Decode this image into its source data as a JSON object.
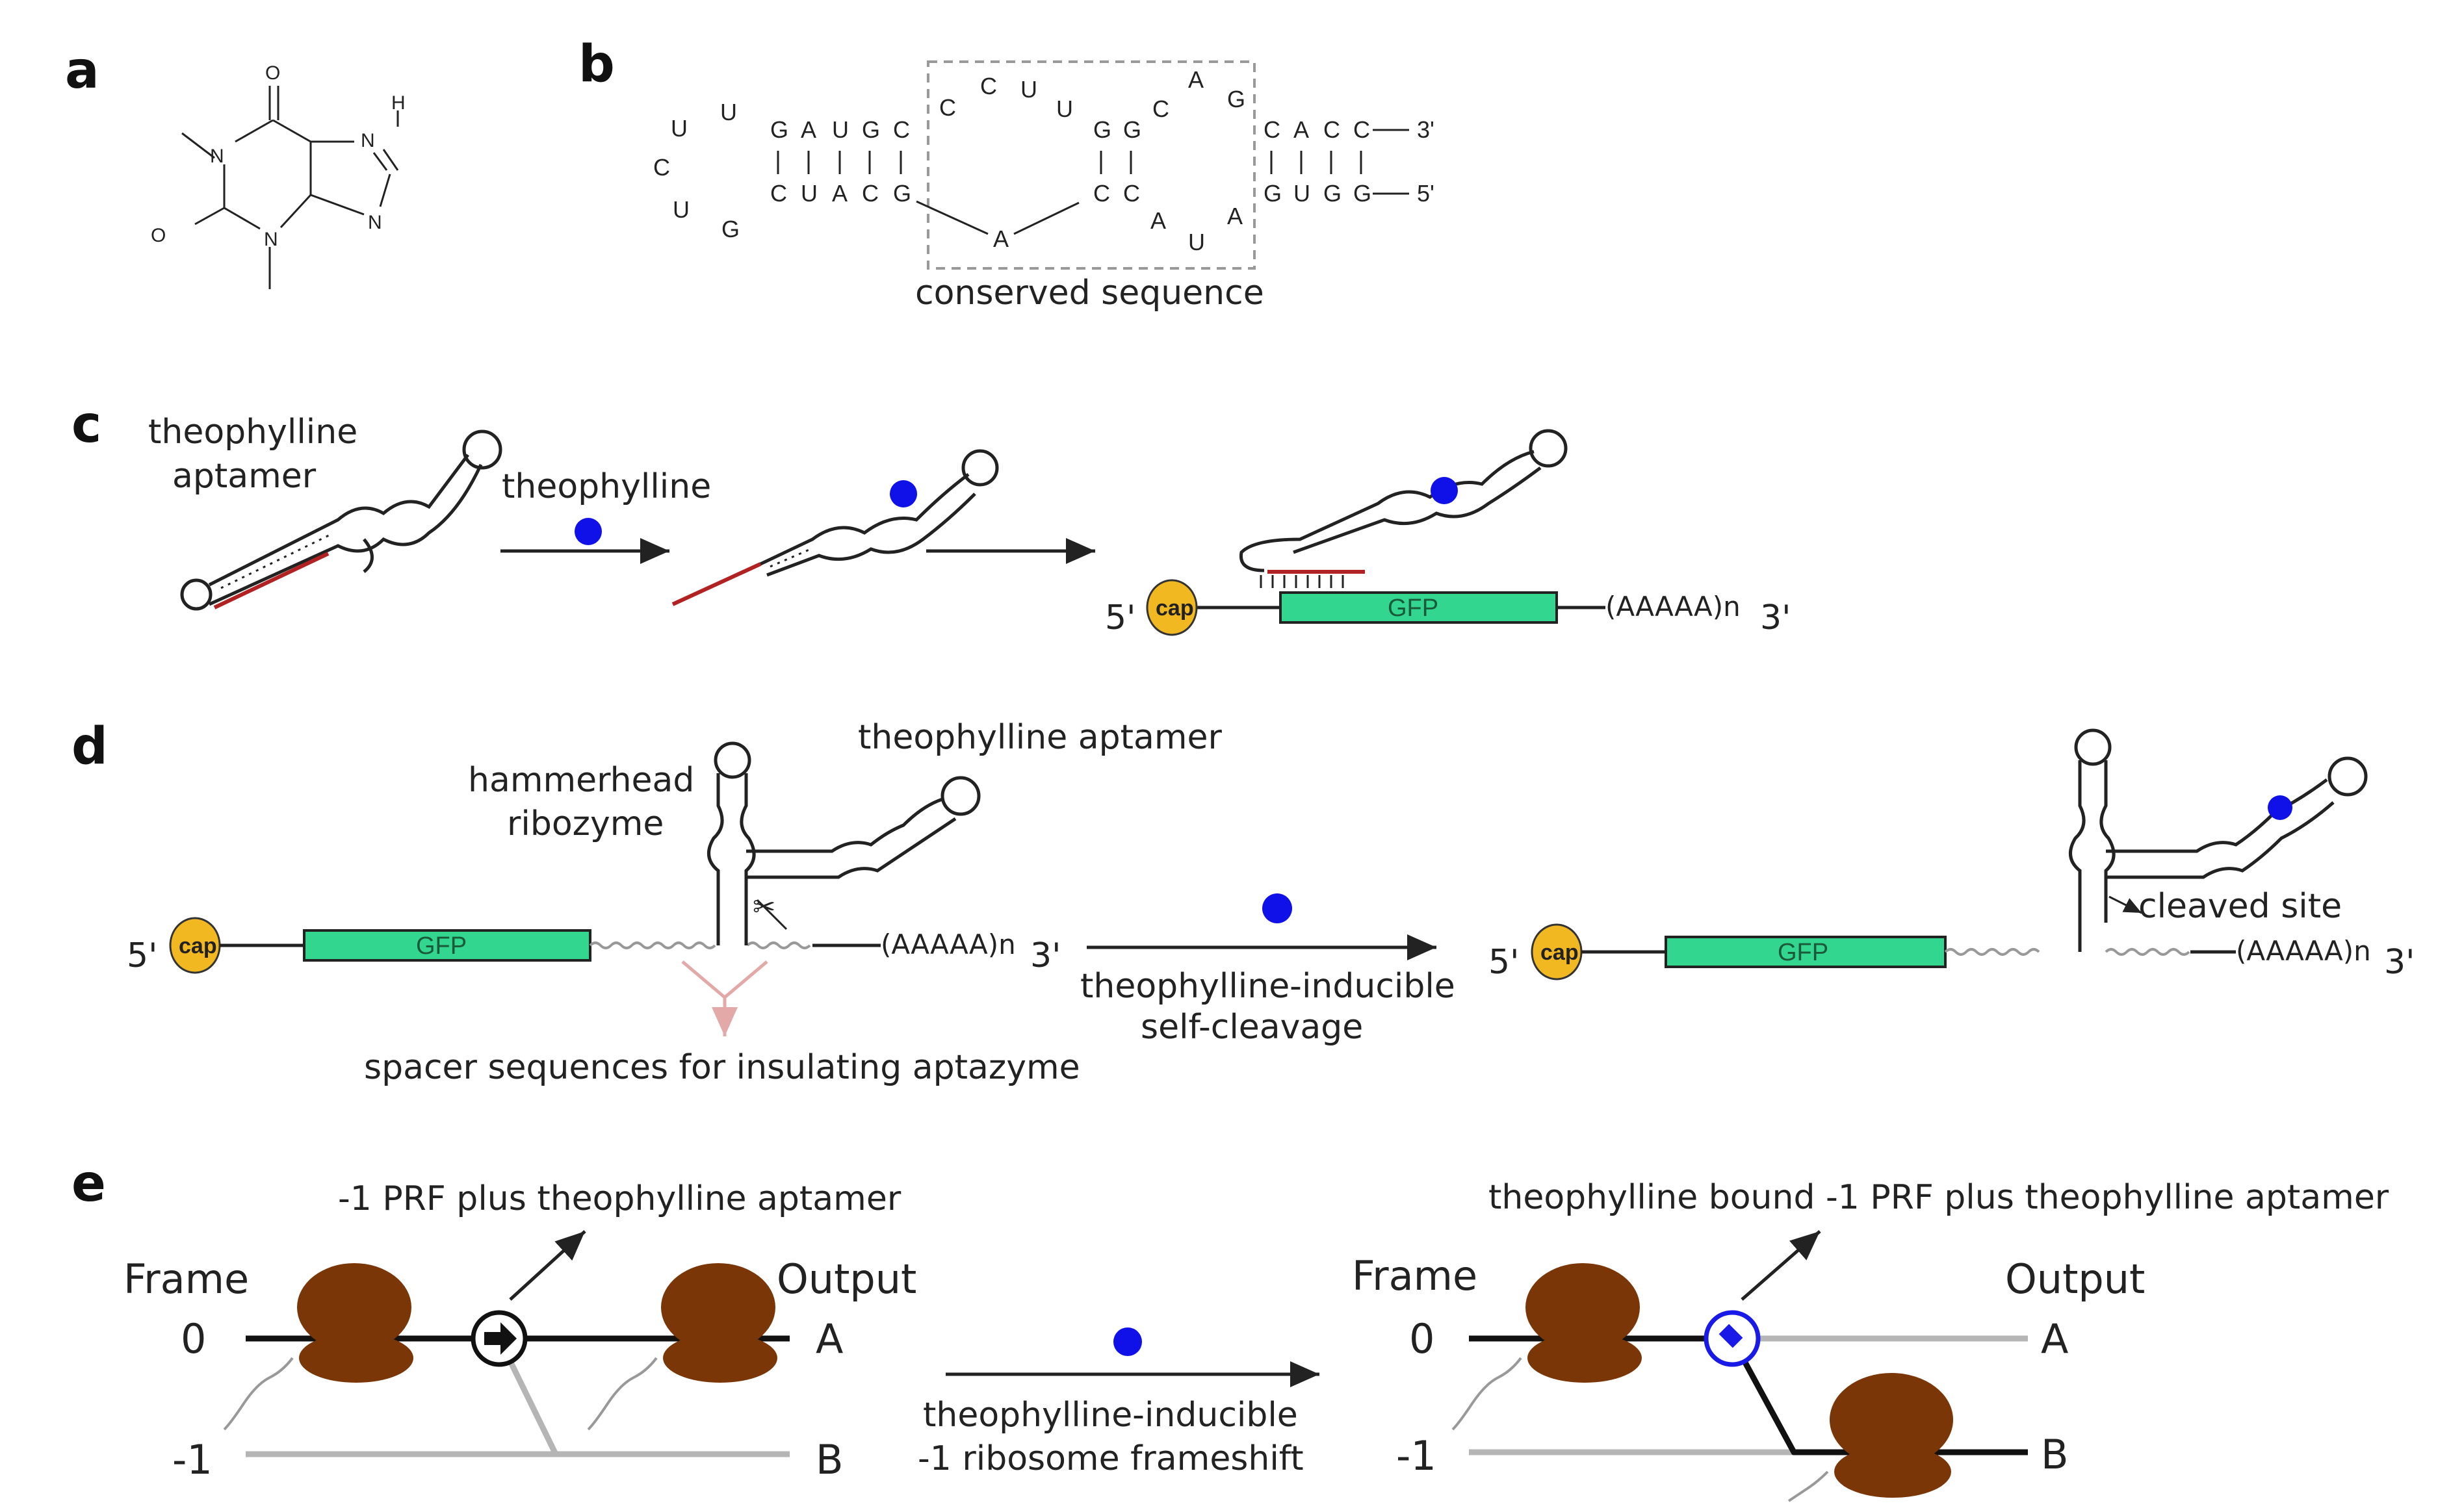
{
  "panels": {
    "a": {
      "letter": "a",
      "atoms": {
        "o_top": "O",
        "n1": "N",
        "h": "H",
        "n7": "N",
        "n3": "N",
        "n9": "N",
        "o_left": "O"
      }
    },
    "b": {
      "letter": "b",
      "nucleotides": {
        "loop_left": [
          "U",
          "U",
          "C",
          "U",
          "G"
        ],
        "stem_top": [
          "G",
          "A",
          "U",
          "G",
          "C"
        ],
        "stem_bottom": [
          "C",
          "U",
          "A",
          "C",
          "G"
        ],
        "box_top": [
          "C",
          "C",
          "U",
          "U",
          "G",
          "G",
          "C",
          "A",
          "G"
        ],
        "box_bottom": [
          "A",
          "C",
          "C",
          "A",
          "U",
          "A"
        ],
        "right_top": [
          "C",
          "A",
          "C",
          "C"
        ],
        "right_bottom": [
          "G",
          "U",
          "G",
          "G"
        ],
        "end_3": "3'",
        "end_5": "5'"
      },
      "conserved_label": "conserved sequence"
    },
    "c": {
      "letter": "c",
      "aptamer_label_1": "theophylline",
      "aptamer_label_2": "aptamer",
      "ligand_label": "theophylline",
      "cap": "cap",
      "gene": "GFP",
      "polyA": "(AAAAA)n",
      "five": "5'",
      "three": "3'"
    },
    "d": {
      "letter": "d",
      "ribozyme_label_1": "hammerhead",
      "ribozyme_label_2": "ribozyme",
      "aptamer_label": "theophylline aptamer",
      "cap_left": "cap",
      "gene_left": "GFP",
      "polyA_left": "(AAAAA)n",
      "five_left": "5'",
      "three_left": "3'",
      "spacer_label": "spacer sequences for insulating aptazyme",
      "arrow_label_1": "theophylline-inducible",
      "arrow_label_2": "self-cleavage",
      "cap_right": "cap",
      "gene_right": "GFP",
      "polyA_right": "(AAAAA)n",
      "five_right": "5'",
      "three_right": "3'",
      "cleaved_label": "cleaved site"
    },
    "e": {
      "letter": "e",
      "left_title": "-1 PRF plus theophylline aptamer",
      "frame_label_left": "Frame",
      "output_label_left": "Output",
      "zero_left": "0",
      "minus1_left": "-1",
      "a_left": "A",
      "b_left": "B",
      "arrow_label_1": "theophylline-inducible",
      "arrow_label_2": "-1 ribosome frameshift",
      "right_title": "theophylline bound -1 PRF plus theophylline aptamer",
      "frame_label_right": "Frame",
      "output_label_right": "Output",
      "zero_right": "0",
      "minus1_right": "-1",
      "a_right": "A",
      "b_right": "B"
    }
  }
}
